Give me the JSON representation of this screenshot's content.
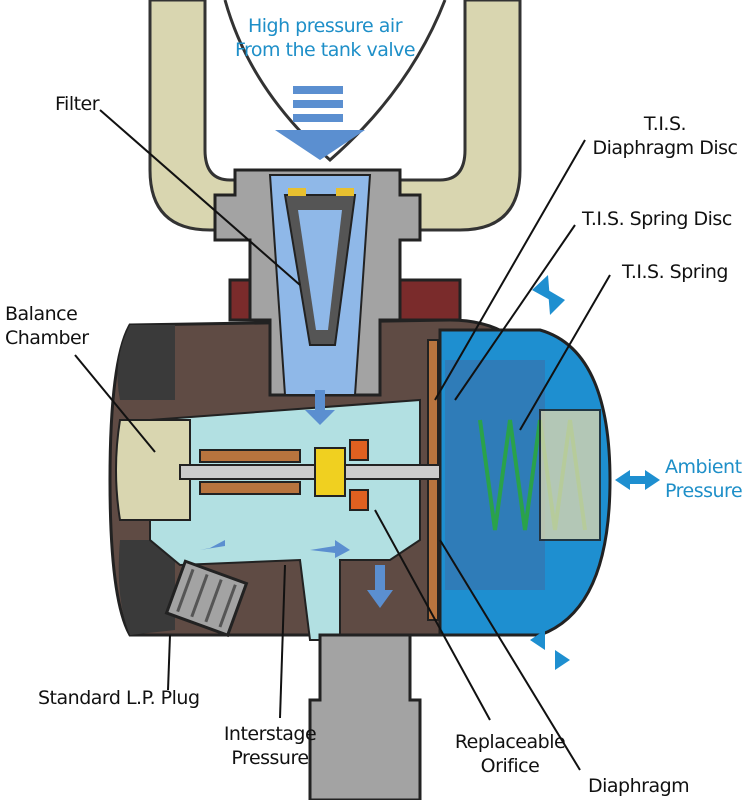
{
  "labels": {
    "inlet_line1": "High pressure air",
    "inlet_line2": "From the tank valve",
    "filter": "Filter",
    "tis_diaphragm_disc_line1": "T.I.S.",
    "tis_diaphragm_disc_line2": "Diaphragm Disc",
    "tis_spring_disc": "T.I.S. Spring Disc",
    "tis_spring": "T.I.S. Spring",
    "balance_chamber_line1": "Balance",
    "balance_chamber_line2": "Chamber",
    "ambient_line1": "Ambient",
    "ambient_line2": "Pressure",
    "lp_plug": "Standard L.P. Plug",
    "interstage_line1": "Interstage",
    "interstage_line2": "Pressure",
    "orifice_line1": "Replaceable",
    "orifice_line2": "Orifice",
    "diaphragm": "Diaphragm"
  },
  "colors": {
    "yoke": "#d9d6b0",
    "body_metal": "#a3a3a3",
    "brown_body": "#5f4b44",
    "interstage_air": "#b2e0e2",
    "hp_air": "#8fb8e8",
    "ambient_water": "#1e8fd0",
    "seal_red": "#7a2b2b",
    "accent_text": "#1e8fc8",
    "flow_arrow": "#5b8fd0"
  }
}
